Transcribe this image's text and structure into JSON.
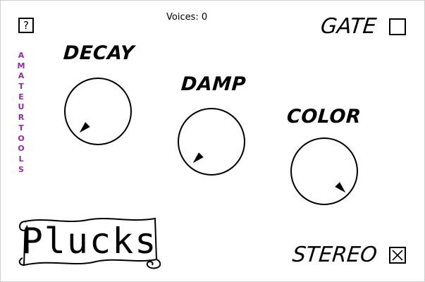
{
  "help": {
    "label": "?"
  },
  "voices": {
    "text": "Voices: 0"
  },
  "brand": {
    "text": "AMATEURTOOLS",
    "color": "#8f2f9f"
  },
  "knobs": [
    {
      "id": "decay",
      "label": "DECAY",
      "value": 0.0
    },
    {
      "id": "damp",
      "label": "DAMP",
      "value": 0.0
    },
    {
      "id": "color",
      "label": "COLOR",
      "value": 1.0
    }
  ],
  "gate": {
    "label": "GATE",
    "checked": false
  },
  "stereo": {
    "label": "STEREO",
    "checked": true
  },
  "plugin": {
    "name": "Plucks"
  }
}
